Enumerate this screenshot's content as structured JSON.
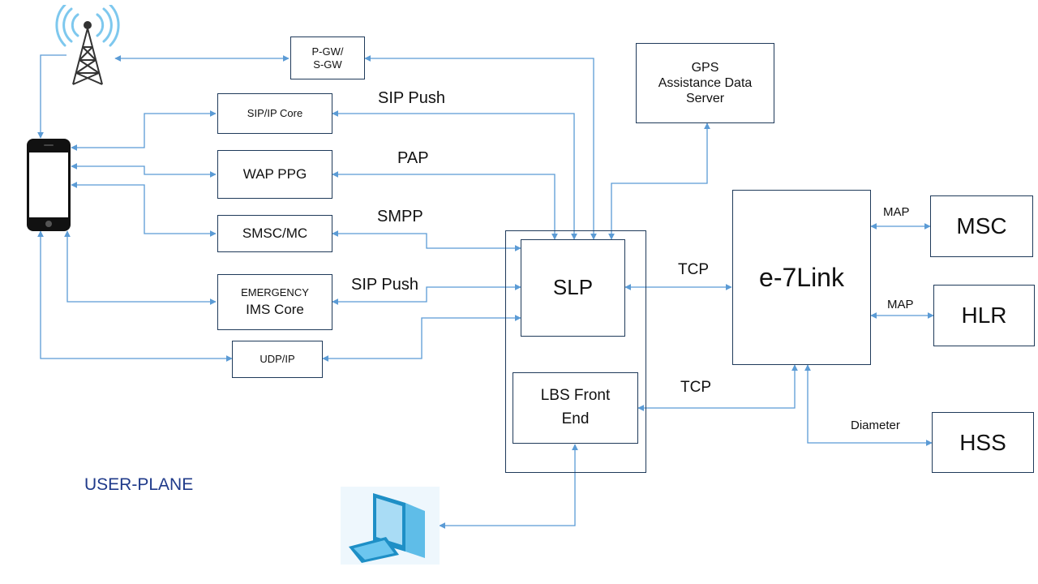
{
  "diagram": {
    "nodes": {
      "pgw_line1": "P-GW/",
      "pgw_line2": "S-GW",
      "sip_ip_core": "SIP/IP Core",
      "wap_ppg": "WAP PPG",
      "smsc_mc": "SMSC/MC",
      "emergency_line1": "EMERGENCY",
      "emergency_line2": "IMS Core",
      "udp_ip": "UDP/IP",
      "gps_line1": "GPS",
      "gps_line2": "Assistance Data",
      "gps_line3": "Server",
      "slp": "SLP",
      "lbs_line1": "LBS Front",
      "lbs_line2": "End",
      "e7link": "e-7Link",
      "msc": "MSC",
      "hlr": "HLR",
      "hss": "HSS"
    },
    "links": {
      "sip_push_top": "SIP Push",
      "pap": "PAP",
      "smpp": "SMPP",
      "sip_push_emergency": "SIP Push",
      "tcp_slp": "TCP",
      "tcp_lbs": "TCP",
      "map_msc": "MAP",
      "map_hlr": "MAP",
      "diameter": "Diameter"
    },
    "plane_label": "USER-PLANE",
    "icons": [
      "cell-tower-icon",
      "smartphone-icon",
      "desktop-computer-icon"
    ],
    "colors": {
      "connector": "#5b9bd5",
      "box_border": "#1f3a5a",
      "plane_label": "#1f3a8a",
      "icon_blue": "#4fb0e0"
    }
  }
}
